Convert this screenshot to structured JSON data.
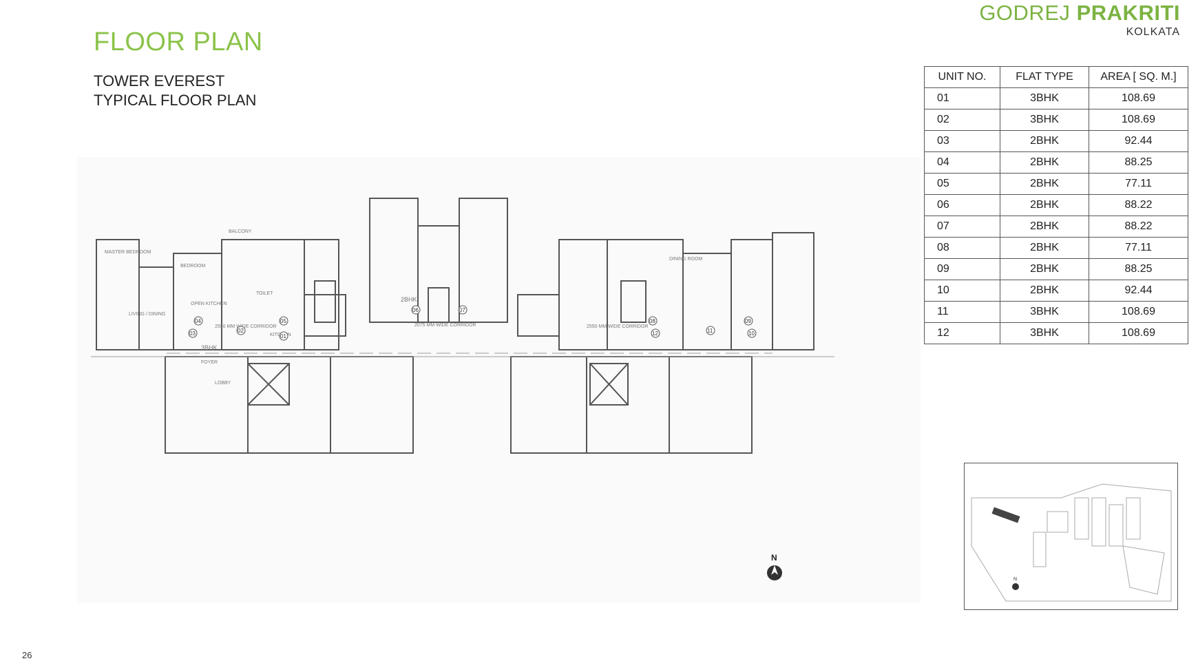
{
  "brand": {
    "name_light": "GODREJ ",
    "name_bold": "PRAKRITI",
    "city": "KOLKATA"
  },
  "page": {
    "title": "FLOOR  PLAN",
    "subtitle_line1": "TOWER EVEREST",
    "subtitle_line2": "TYPICAL FLOOR PLAN",
    "page_number": "26"
  },
  "table": {
    "headers": [
      "UNIT NO.",
      "FLAT TYPE",
      "AREA [ SQ. M.]"
    ],
    "rows": [
      [
        "01",
        "3BHK",
        "108.69"
      ],
      [
        "02",
        "3BHK",
        "108.69"
      ],
      [
        "03",
        "2BHK",
        "92.44"
      ],
      [
        "04",
        "2BHK",
        "88.25"
      ],
      [
        "05",
        "2BHK",
        "77.11"
      ],
      [
        "06",
        "2BHK",
        "88.22"
      ],
      [
        "07",
        "2BHK",
        "88.22"
      ],
      [
        "08",
        "2BHK",
        "77.11"
      ],
      [
        "09",
        "2BHK",
        "88.25"
      ],
      [
        "10",
        "2BHK",
        "92.44"
      ],
      [
        "11",
        "3BHK",
        "108.69"
      ],
      [
        "12",
        "3BHK",
        "108.69"
      ]
    ]
  },
  "plan": {
    "north_label": "N",
    "corridor_labels": [
      "2550 MM WIDE CORRIDOR",
      "2075 MM WIDE CORRIDOR",
      "2550 MM WIDE CORRIDOR"
    ],
    "unit_tags": [
      "01",
      "02",
      "03",
      "04",
      "05",
      "06",
      "07",
      "08",
      "09",
      "10",
      "11",
      "12"
    ],
    "room_labels": [
      "MASTER BEDROOM",
      "BEDROOM",
      "BALCONY",
      "TOILET",
      "KITCHEN",
      "LIVING / DINING",
      "FOYER",
      "LOBBY",
      "2BHK",
      "3BHK",
      "OPEN KITCHEN",
      "DINING ROOM"
    ]
  },
  "keymap": {
    "north_label": "N"
  },
  "colors": {
    "brand_green": "#7cb342",
    "title_green": "#8bc34a"
  }
}
